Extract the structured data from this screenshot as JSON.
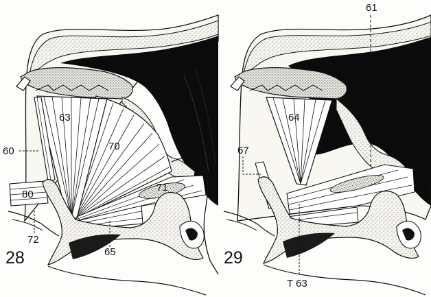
{
  "figures": [
    {
      "number": "28",
      "labels": {
        "l60": "60",
        "l63": "63",
        "l65": "65",
        "l70": "70",
        "l71": "71",
        "l72": "72",
        "l80": "80"
      }
    },
    {
      "number": "29",
      "labels": {
        "l61": "61",
        "l64": "64",
        "l67": "67",
        "lT63": "T 63"
      }
    }
  ],
  "colors": {
    "ink": "#111111",
    "paper": "#fdfdfb",
    "cavity": "#0b0b0b",
    "muscle": "#ffffff"
  }
}
